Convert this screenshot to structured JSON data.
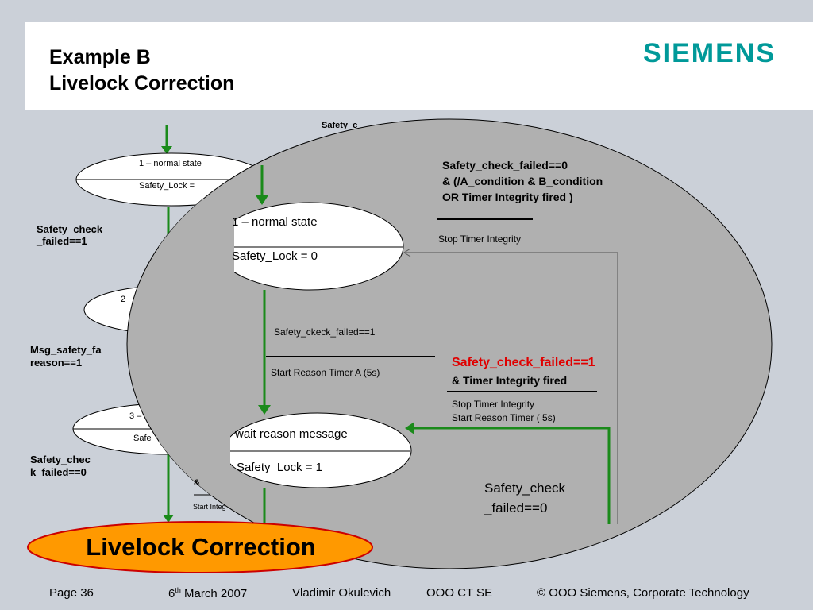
{
  "header": {
    "title_line1": "Example B",
    "title_line2": "Livelock Correction",
    "logo": "SIEMENS"
  },
  "background_diagram": {
    "state1_name": "1 – normal state",
    "state1_var": "Safety_Lock = ",
    "state2_name": "2",
    "state3_name": "3 –",
    "state3_var": "Safe",
    "label_top": "Safety_c",
    "label_left1_a": "Safety_check",
    "label_left1_b": "_failed==1",
    "label_left2_a": "Msg_safety_fa",
    "label_left2_b": "reason==1",
    "label_left3_a": "Safety_chec",
    "label_left3_b": "k_failed==0",
    "label_amp": "&",
    "label_start": "Start Integ"
  },
  "zoom": {
    "state1_name": "1 – normal state",
    "state1_var": "Safety_Lock = 0",
    "state2_name": "wait reason message",
    "state2_var": "Safety_Lock  = 1",
    "trans_top_l1": "Safety_check_failed==0",
    "trans_top_l2": "& (/A_condition & B_condition",
    "trans_top_l3": "OR Timer Integrity fired )",
    "trans_top_action": "Stop Timer Integrity",
    "trans_mid_cond": "Safety_ckeck_failed==1",
    "trans_mid_action": "Start Reason Timer A (5s)",
    "trans_red_l1": "Safety_check_failed==1",
    "trans_red_l2": "& Timer Integrity fired",
    "trans_red_action1": "Stop Timer Integrity",
    "trans_red_action2": "Start Reason Timer  ( 5s)",
    "trans_bottom_l1": "Safety_check",
    "trans_bottom_l2": "_failed==0"
  },
  "badge": {
    "label": "Livelock Correction"
  },
  "footer": {
    "page": "Page 36",
    "date_day": "6",
    "date_sup": "th",
    "date_rest": " March 2007",
    "author": "Vladimir Okulevich",
    "dept": "OOO CT SE",
    "copyright": "© OOO Siemens, Corporate Technology"
  },
  "colors": {
    "arrow_green": "#1a8a1a",
    "zoom_fill": "#b0b0b0",
    "badge_fill": "#ff9900",
    "badge_border": "#cc0000",
    "red_text": "#e00000",
    "logo": "#009999"
  }
}
